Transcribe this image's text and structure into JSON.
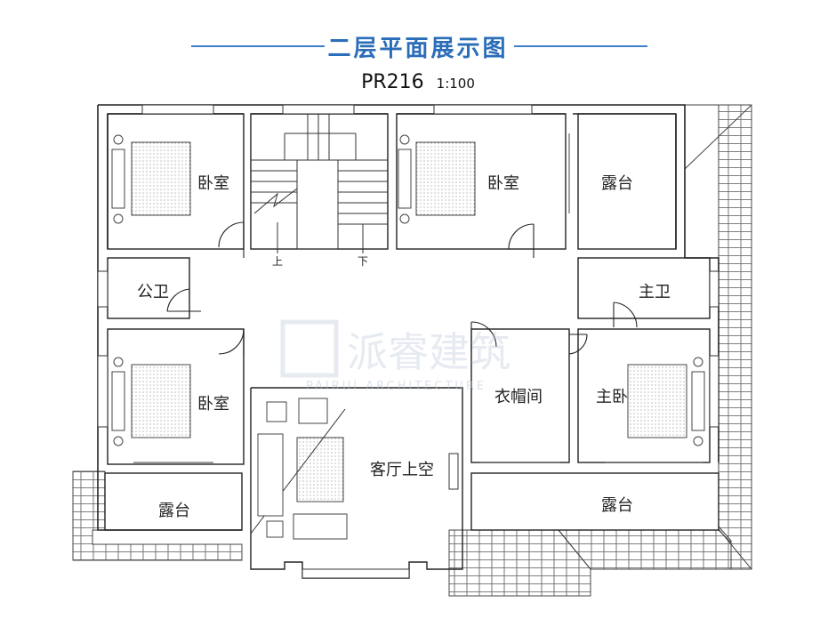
{
  "header": {
    "title": "二层平面展示图",
    "plan_code": "PR216",
    "scale": "1:100"
  },
  "rooms": {
    "bedroom_nw": "卧室",
    "bedroom_n": "卧室",
    "bedroom_w": "卧室",
    "terrace_ne": "露台",
    "public_bath": "公卫",
    "master_bath": "主卫",
    "closet": "衣帽间",
    "master_bedroom": "主卧",
    "living_void": "客厅上空",
    "terrace_sw": "露台",
    "terrace_se": "露台"
  },
  "stairs": {
    "up": "上",
    "down": "下"
  },
  "watermark": {
    "name": "派睿建筑",
    "sub": "PAIRUI ARCHITECTURE"
  },
  "colors": {
    "accent": "#2a6db8",
    "line": "#3d7fc8"
  }
}
